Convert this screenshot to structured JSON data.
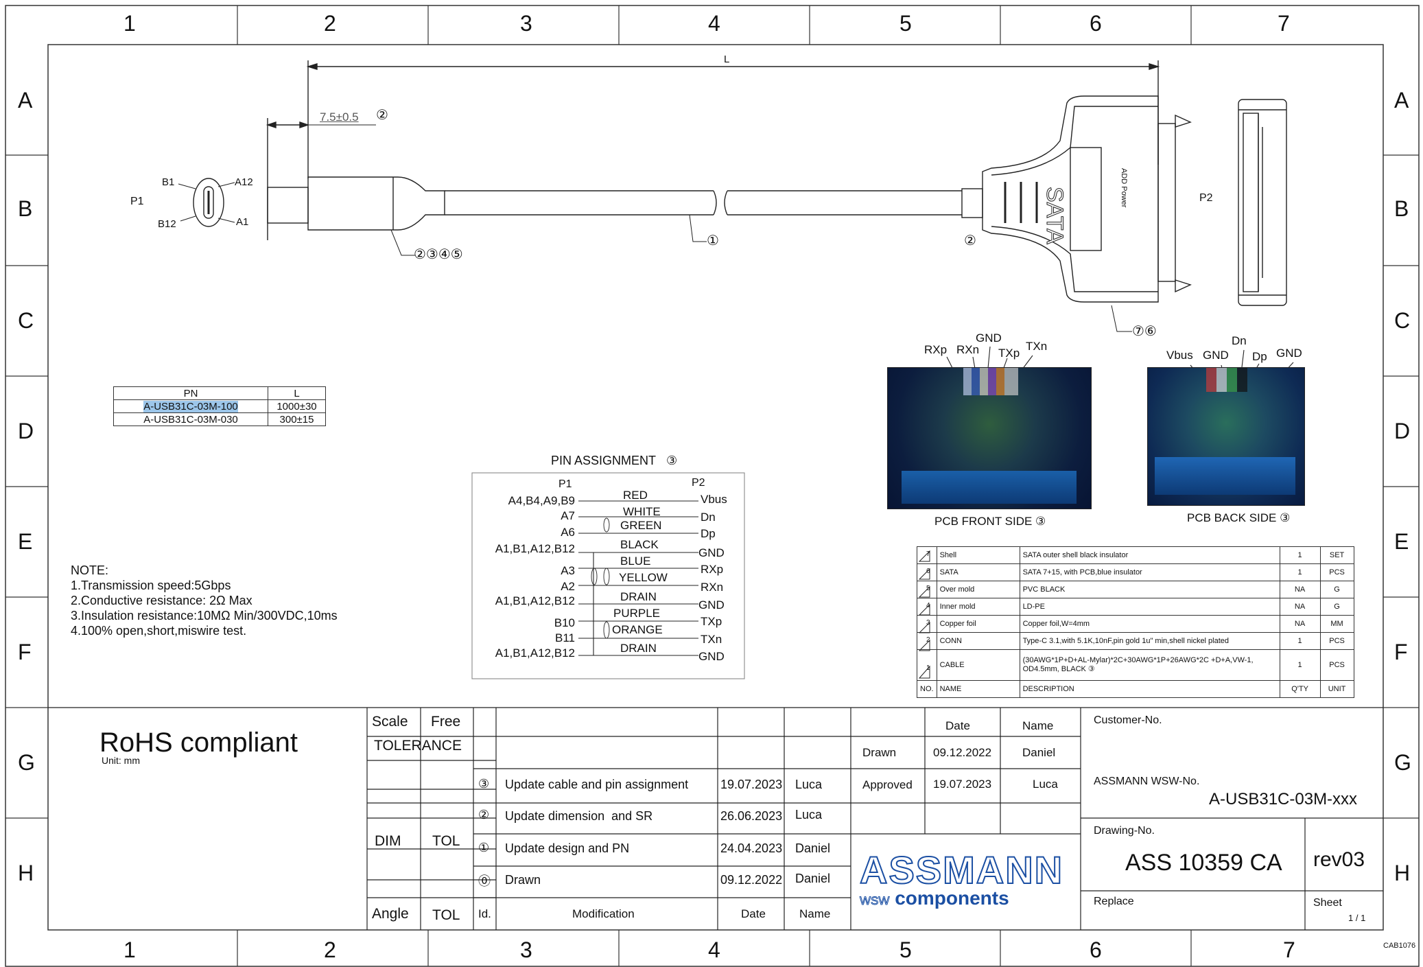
{
  "frame": {
    "columns": [
      "1",
      "2",
      "3",
      "4",
      "5",
      "6",
      "7"
    ],
    "rows": [
      "A",
      "B",
      "C",
      "D",
      "E",
      "F",
      "G",
      "H"
    ],
    "corner_code": "CAB1076"
  },
  "drawing": {
    "length_label": "L",
    "connector_dim": "7.5±0.5",
    "dim_callout": "②",
    "p1_label": "P1",
    "p2_label": "P2",
    "p1_pins": {
      "b1": "B1",
      "a12": "A12",
      "b12": "B12",
      "a1": "A1"
    },
    "callout_overmold": "②③④⑤",
    "callout_cable": "①",
    "callout_sata_shell": "②",
    "callout_sata_body": "⑦⑥",
    "sata_text": "SATA",
    "sata_subtext": "ADD Power",
    "pcb_front_label": "PCB FRONT SIDE ③",
    "pcb_back_label": "PCB BACK SIDE ③",
    "pcb_front_wires": [
      "RXp",
      "RXn",
      "GND",
      "TXp",
      "TXn"
    ],
    "pcb_back_wires": [
      "Vbus",
      "GND",
      "Dn",
      "Dp",
      "GND"
    ]
  },
  "pn_table": {
    "headers": [
      "PN",
      "L"
    ],
    "rows": [
      [
        "A-USB31C-03M-100",
        "1000±30"
      ],
      [
        "A-USB31C-03M-030",
        "300±15"
      ]
    ]
  },
  "pin_assignment": {
    "title": "PIN ASSIGNMENT",
    "title_callout": "③",
    "col_p1": "P1",
    "col_p2": "P2",
    "rows": [
      {
        "p1": "A4,B4,A9,B9",
        "wire": "RED",
        "p2": "Vbus"
      },
      {
        "p1": "A7",
        "wire": "WHITE",
        "p2": "Dn"
      },
      {
        "p1": "A6",
        "wire": "GREEN",
        "p2": "Dp"
      },
      {
        "p1": "A1,B1,A12,B12",
        "wire": "BLACK",
        "p2": "GND"
      },
      {
        "p1": "A3",
        "wire": "BLUE",
        "p2": "RXp"
      },
      {
        "p1": "A2",
        "wire": "YELLOW",
        "p2": "RXn"
      },
      {
        "p1": "A1,B1,A12,B12",
        "wire": "DRAIN",
        "p2": "GND"
      },
      {
        "p1": "B10",
        "wire": "PURPLE",
        "p2": "TXp"
      },
      {
        "p1": "B11",
        "wire": "ORANGE",
        "p2": "TXn"
      },
      {
        "p1": "A1,B1,A12,B12",
        "wire": "DRAIN",
        "p2": "GND"
      }
    ]
  },
  "notes": {
    "title": "NOTE:",
    "items": [
      "1.Transmission speed:5Gbps",
      "2.Conductive resistance: 2Ω Max",
      "3.Insulation resistance:10MΩ Min/300VDC,10ms",
      "4.100% open,short,miswire test."
    ]
  },
  "bom": {
    "headers": [
      "NO.",
      "NAME",
      "DESCRIPTION",
      "Q'TY",
      "UNIT"
    ],
    "rows": [
      {
        "no": "7",
        "name": "Shell",
        "desc": "SATA outer shell black insulator",
        "qty": "1",
        "unit": "SET"
      },
      {
        "no": "6",
        "name": "SATA",
        "desc": "SATA 7+15, with PCB,blue insulator",
        "qty": "1",
        "unit": "PCS"
      },
      {
        "no": "5",
        "name": "Over mold",
        "desc": "PVC BLACK",
        "qty": "NA",
        "unit": "G"
      },
      {
        "no": "4",
        "name": "Inner mold",
        "desc": "LD-PE",
        "qty": "NA",
        "unit": "G"
      },
      {
        "no": "3",
        "name": "Copper foil",
        "desc": "Copper foil,W=4mm",
        "qty": "NA",
        "unit": "MM"
      },
      {
        "no": "2",
        "name": "CONN",
        "desc": "Type-C 3.1,with 5.1K,10nF,pin gold 1u\" min,shell nickel plated",
        "qty": "1",
        "unit": "PCS"
      },
      {
        "no": "1",
        "name": "CABLE",
        "desc": "(30AWG*1P+D+AL-Mylar)*2C+30AWG*1P+26AWG*2C +D+A,VW-1, OD4.5mm, BLACK ③",
        "qty": "1",
        "unit": "PCS"
      }
    ]
  },
  "title_block": {
    "rohs": "RoHS compliant",
    "unit": "Unit: mm",
    "scale_label": "Scale",
    "scale_value": "Free",
    "tolerance": "TOLERANCE",
    "dim": "DIM",
    "tol": "TOL",
    "angle": "Angle",
    "tol2": "TOL",
    "revisions": [
      {
        "id": "③",
        "mod": "Update cable and pin assignment",
        "date": "19.07.2023",
        "name": "Luca"
      },
      {
        "id": "②",
        "mod": "Update dimension  and SR",
        "date": "26.06.2023",
        "name": "Luca"
      },
      {
        "id": "①",
        "mod": "Update design and PN",
        "date": "24.04.2023",
        "name": "Daniel"
      },
      {
        "id": "⓪",
        "mod": "Drawn",
        "date": "09.12.2022",
        "name": "Daniel"
      }
    ],
    "rev_headers": {
      "id": "Id.",
      "mod": "Modification",
      "date": "Date",
      "name": "Name"
    },
    "date_header": "Date",
    "name_header": "Name",
    "drawn_label": "Drawn",
    "drawn_date": "09.12.2022",
    "drawn_name": "Daniel",
    "approved_label": "Approved",
    "approved_date": "19.07.2023",
    "approved_name": "Luca",
    "customer_no_label": "Customer-No.",
    "wsw_no_label": "ASSMANN WSW-No.",
    "wsw_no": "A-USB31C-03M-xxx",
    "drawing_no_label": "Drawing-No.",
    "drawing_no": "ASS 10359 CA",
    "rev": "rev03",
    "replace_label": "Replace",
    "sheet_label": "Sheet",
    "sheet_value": "1 / 1",
    "logo_main": "ASSMANN",
    "logo_wsw": "WSW",
    "logo_sub": "components",
    "logo_color": "#1b4fa3"
  }
}
